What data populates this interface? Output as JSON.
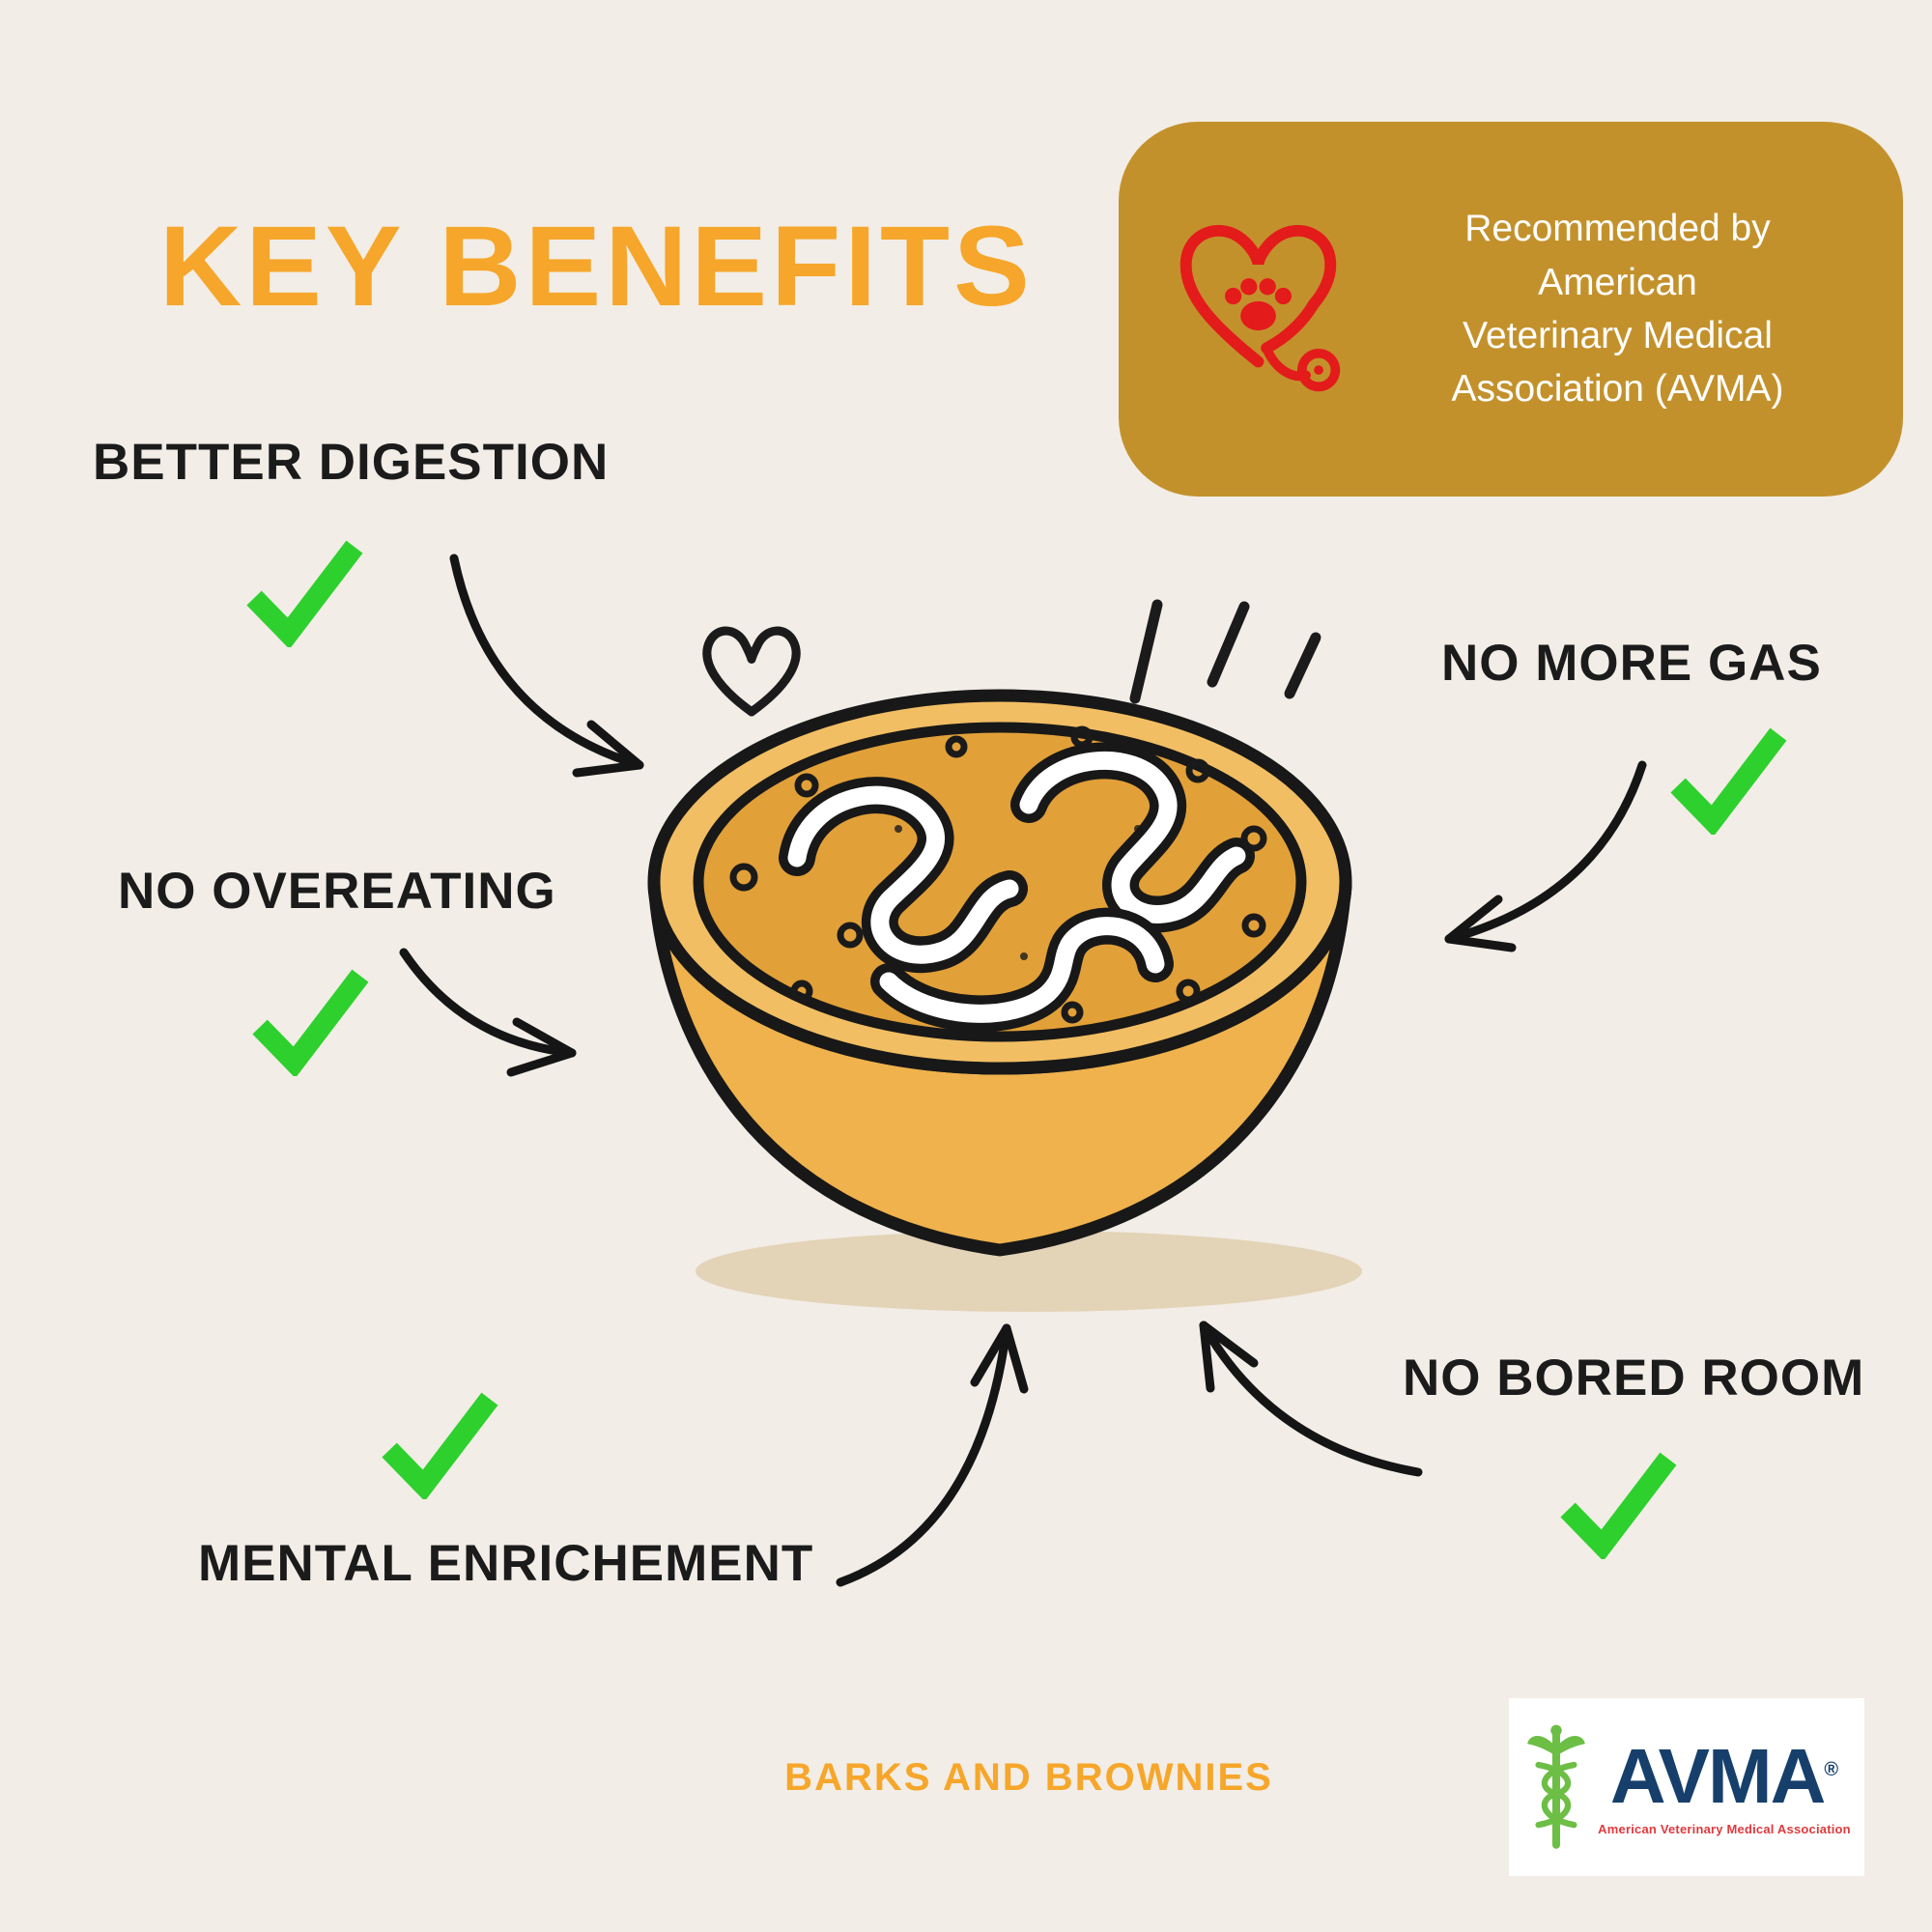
{
  "title": {
    "text": "KEY BENEFITS"
  },
  "badge": {
    "lines": [
      "Recommended by",
      "American",
      "Veterinary Medical",
      "Association (AVMA)"
    ],
    "icon": "stethoscope-paw-heart-icon"
  },
  "benefits": [
    {
      "label": "BETTER DIGESTION"
    },
    {
      "label": "NO MORE GAS"
    },
    {
      "label": "NO OVEREATING"
    },
    {
      "label": "MENTAL ENRICHEMENT"
    },
    {
      "label": "NO BORED ROOM"
    }
  ],
  "illustration": {
    "subject": "slow-feeder dog bowl with maze pattern",
    "doodles": [
      "heart",
      "motion-lines"
    ]
  },
  "brand": {
    "text": "BARKS AND BROWNIES"
  },
  "avma_logo": {
    "acronym": "AVMA",
    "registered": "®",
    "subtitle": "American Veterinary Medical Association"
  },
  "colors": {
    "background": "#f2ede6",
    "accent_orange": "#f6a62a",
    "badge_gold": "#c3912c",
    "check_green": "#2ed02e",
    "icon_red": "#e31b1b",
    "ink_black": "#1b1b1b",
    "bowl_yellow": "#efb24c",
    "food_orange": "#e2a038",
    "logo_navy": "#173f6b",
    "logo_green": "#6cbe45",
    "logo_red": "#e03a3e"
  }
}
